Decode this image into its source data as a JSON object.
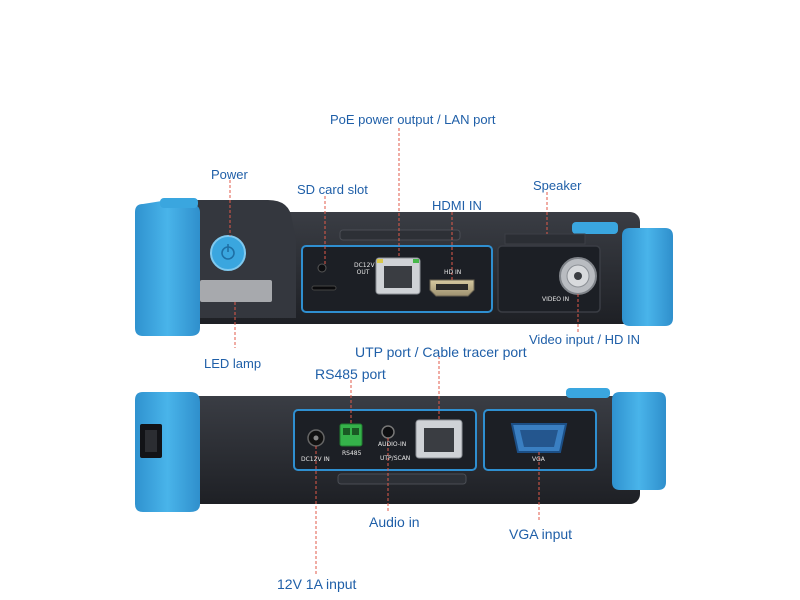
{
  "labels": {
    "poe": "PoE power output / LAN port",
    "power": "Power",
    "sd_card": "SD card slot",
    "hdmi_in": "HDMI IN",
    "speaker": "Speaker",
    "led_lamp": "LED lamp",
    "video_input": "Video input / HD IN",
    "utp_port": "UTP port / Cable tracer port",
    "rs485_port": "RS485 port",
    "audio_in": "Audio in",
    "vga_input": "VGA input",
    "dc_input": "12V 1A input"
  },
  "panel_text": {
    "dc12v_out": "DC12V OUT",
    "hd_in": "HD IN",
    "video_in": "VIDEO IN",
    "dc12v_in": "DC12V IN",
    "rs485": "RS485",
    "audio_in": "AUDIO-IN",
    "utp_scan": "UTP/SCAN",
    "vga": "VGA"
  },
  "colors": {
    "bumper": "#3aa6df",
    "body": "#2a2d33",
    "panel": "#1c1f25",
    "panel_border": "#2f8fd0",
    "leader": "#e05a4a",
    "label": "#1f5fa8"
  }
}
